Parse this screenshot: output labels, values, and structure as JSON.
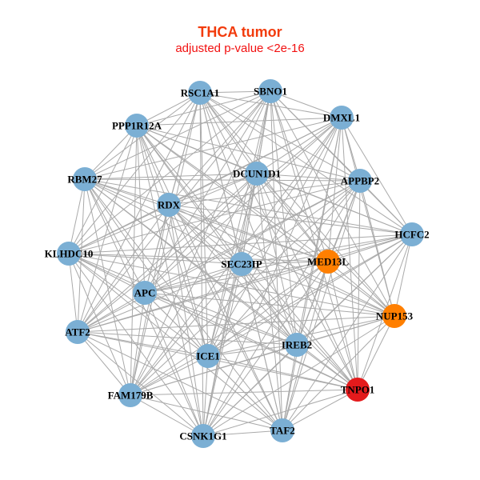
{
  "title": "THCA tumor",
  "subtitle": "adjusted p-value <2e-16",
  "colors": {
    "title": "#F23B0C",
    "subtitle": "#F21010",
    "edge": "#AAAAAA",
    "default": "#7BAFD4",
    "orange": "#FF7F00",
    "red": "#E41A1C"
  },
  "edges": "all-pairs",
  "nodes": [
    {
      "id": "RSC1A1",
      "group": "default"
    },
    {
      "id": "SBNO1",
      "group": "default"
    },
    {
      "id": "DMXL1",
      "group": "default"
    },
    {
      "id": "PPP1R12A",
      "group": "default"
    },
    {
      "id": "DCUN1D1",
      "group": "default"
    },
    {
      "id": "APPBP2",
      "group": "default"
    },
    {
      "id": "RBM27",
      "group": "default"
    },
    {
      "id": "RDX",
      "group": "default"
    },
    {
      "id": "HCFC2",
      "group": "default"
    },
    {
      "id": "KLHDC10",
      "group": "default"
    },
    {
      "id": "SEC23IP",
      "group": "default"
    },
    {
      "id": "MED13L",
      "group": "orange"
    },
    {
      "id": "APC",
      "group": "default"
    },
    {
      "id": "NUP153",
      "group": "orange"
    },
    {
      "id": "ATF2",
      "group": "default"
    },
    {
      "id": "IREB2",
      "group": "default"
    },
    {
      "id": "ICE1",
      "group": "default"
    },
    {
      "id": "TNPO1",
      "group": "red"
    },
    {
      "id": "FAM179B",
      "group": "default"
    },
    {
      "id": "CSNK1G1",
      "group": "default"
    },
    {
      "id": "TAF2",
      "group": "default"
    }
  ]
}
